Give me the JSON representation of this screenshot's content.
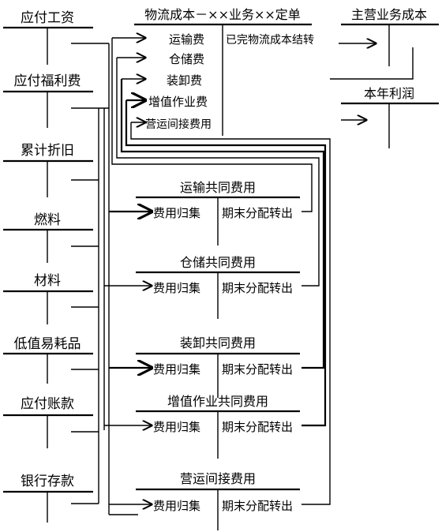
{
  "accounts": {
    "left": [
      "应付工资",
      "应付福利费",
      "累计折旧",
      "燃料",
      "材料",
      "低值易耗品",
      "应付账款",
      "银行存款"
    ],
    "main": {
      "title": "物流成本－××业务××定单",
      "items": [
        "运输费",
        "仓储费",
        "装卸费",
        "增值作业费",
        "营运间接费用"
      ],
      "transfer_label": "已完物流成本结转"
    },
    "cost_of_sales": "主营业务成本",
    "profit": "本年利润",
    "common_costs": [
      "运输共同费用",
      "仓储共同费用",
      "装卸共同费用",
      "增值作业共同费用",
      "营运间接费用"
    ],
    "debit_label": "费用归集",
    "credit_label": "期末分配转出"
  }
}
